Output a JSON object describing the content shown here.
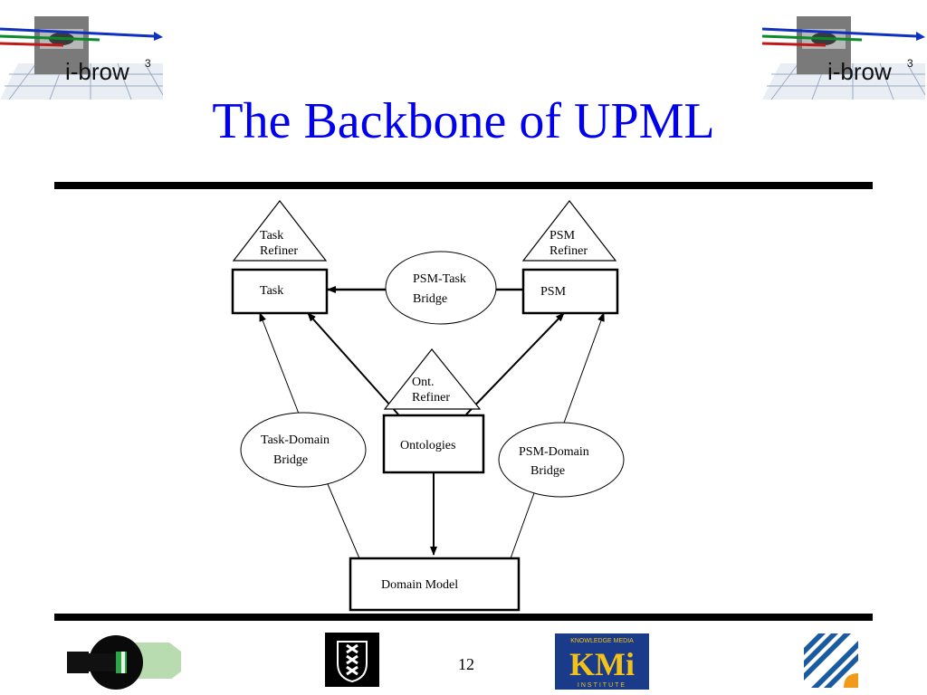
{
  "slide": {
    "title": "The Backbone of UPML",
    "page_number": "12",
    "title_color": "#0000ee"
  },
  "header_logos": {
    "left": {
      "icon": "ibrow-logo",
      "text": "i-brow",
      "superscript": "3"
    },
    "right": {
      "icon": "ibrow-logo",
      "text": "i-brow",
      "superscript": "3"
    }
  },
  "diagram": {
    "task_refiner": {
      "line1": "Task",
      "line2": "Refiner"
    },
    "psm_refiner": {
      "line1": "PSM",
      "line2": "Refiner"
    },
    "task": "Task",
    "psm": "PSM",
    "psm_task_bridge": {
      "line1": "PSM-Task",
      "line2": "Bridge"
    },
    "ont_refiner": {
      "line1": "Ont.",
      "line2": "Refiner"
    },
    "ontologies": "Ontologies",
    "task_domain_bridge": {
      "line1": "Task-Domain",
      "line2": "Bridge"
    },
    "psm_domain_bridge": {
      "line1": "PSM-Domain",
      "line2": "Bridge"
    },
    "domain_model": "Domain Model"
  },
  "footer_logos": {
    "icons": [
      "green-block-logo",
      "uva-crest-logo",
      "kmi-logo",
      "striped-corner-logo"
    ],
    "kmi": {
      "top": "KNOWLEDGE MEDIA",
      "main": "KMi",
      "bottom": "INSTITUTE"
    }
  }
}
